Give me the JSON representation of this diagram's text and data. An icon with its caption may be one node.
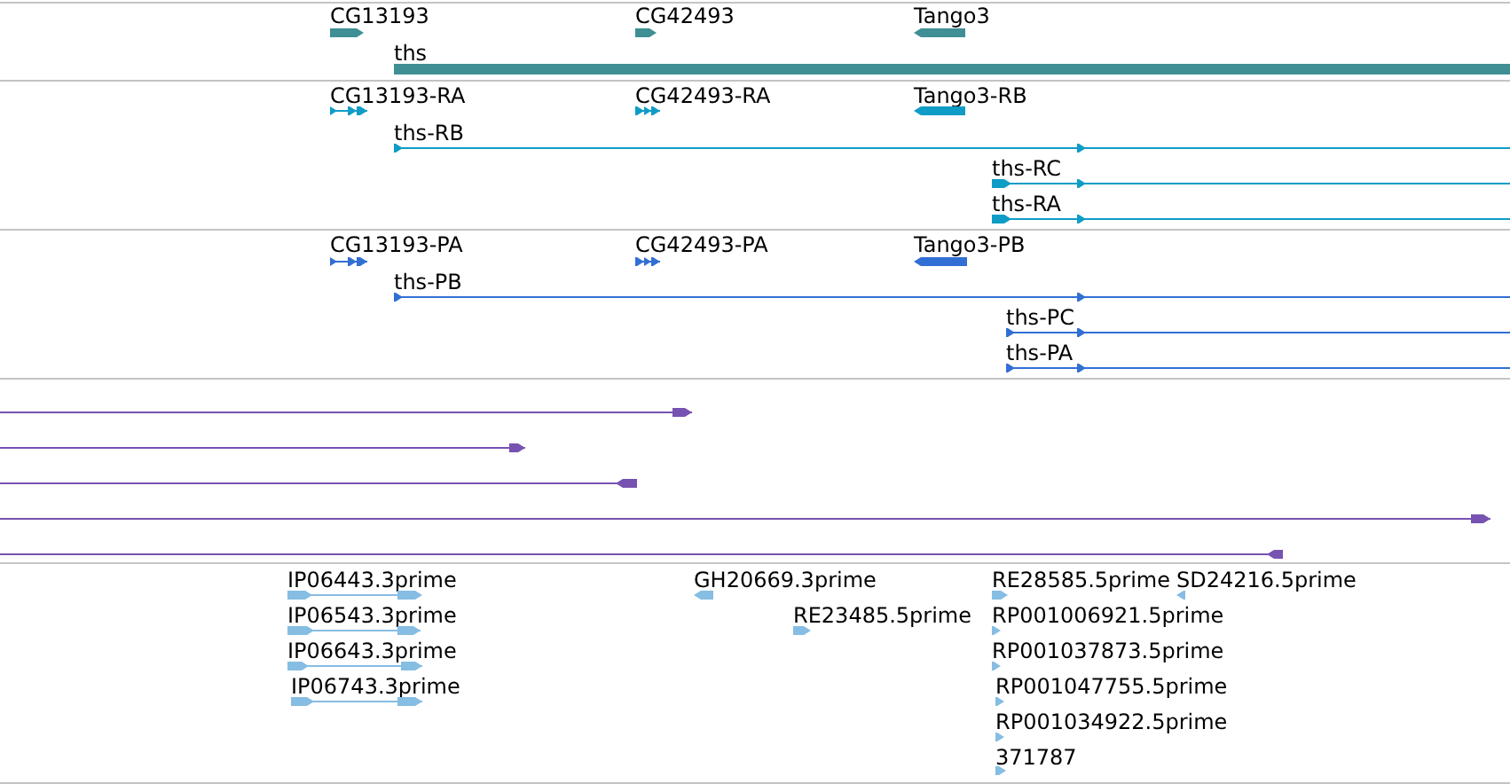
{
  "diagram": {
    "nodes": [
      {
        "text": [
          "CG13193"
        ]
      },
      {
        "text": [
          "CG42493"
        ]
      },
      {
        "text": [
          "Tango3"
        ]
      },
      {
        "text": [
          "ths"
        ]
      },
      {
        "text": [
          "CG13193-RA"
        ]
      },
      {
        "text": [
          "CG42493-RA"
        ]
      },
      {
        "text": [
          "Tango3-RB"
        ]
      },
      {
        "text": [
          "ths-RB"
        ]
      },
      {
        "text": [
          "ths-RC"
        ]
      },
      {
        "text": [
          "ths-RA"
        ]
      },
      {
        "text": [
          "CG13193-PA"
        ]
      },
      {
        "text": [
          "CG42493-PA"
        ]
      },
      {
        "text": [
          "Tango3-PB"
        ]
      },
      {
        "text": [
          "ths-PB"
        ]
      },
      {
        "text": [
          "ths-PC"
        ]
      },
      {
        "text": [
          "ths-PA"
        ]
      },
      {
        "text": [],
        "shape": "arrow"
      },
      {
        "text": [],
        "shape": "arrow"
      },
      {
        "text": [],
        "shape": "arrow"
      },
      {
        "text": [],
        "shape": "arrow"
      },
      {
        "text": [],
        "shape": "arrow"
      },
      {
        "text": [
          "IP06443.3prime"
        ]
      },
      {
        "text": [
          "GH20669.3prime"
        ]
      },
      {
        "text": [
          "RE28585.5prime"
        ]
      },
      {
        "text": [
          "SD24216.5prime"
        ]
      },
      {
        "text": [
          "IP06543.3prime"
        ]
      },
      {
        "text": [
          "RE23485.5prime"
        ]
      },
      {
        "text": [
          "RP001006921.5prime"
        ]
      },
      {
        "text": [
          "IP06643.3prime"
        ]
      },
      {
        "text": [
          "RP001037873.5prime"
        ]
      },
      {
        "text": [
          "IP06743.3prime"
        ]
      },
      {
        "text": [
          "RP001047755.5prime"
        ]
      },
      {
        "text": [
          "RP001034922.5prime"
        ]
      },
      {
        "text": [
          "371787"
        ]
      }
    ]
  }
}
